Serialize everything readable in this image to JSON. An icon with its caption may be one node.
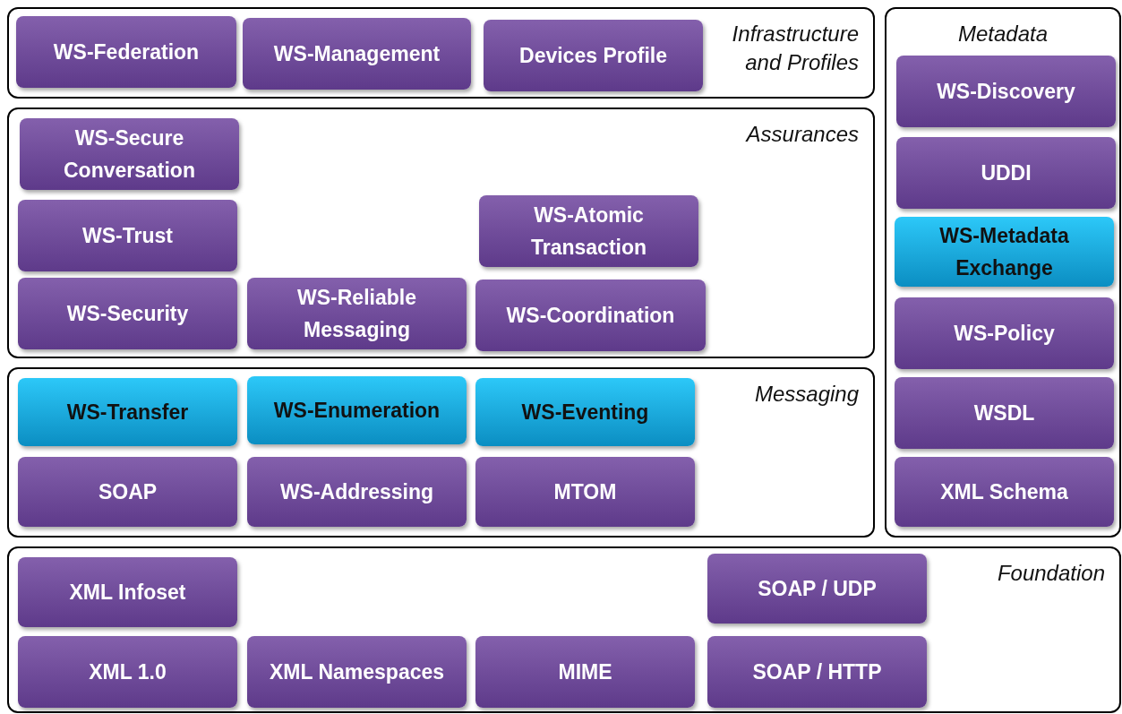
{
  "diagram": {
    "nodes": [
      {
        "text": [
          "Infrastructure and Profiles"
        ]
      },
      {
        "text": [
          "WS-Federation"
        ],
        "in": 0
      },
      {
        "text": [
          "WS-Management"
        ],
        "in": 0
      },
      {
        "text": [
          "Devices Profile"
        ],
        "in": 0
      },
      {
        "text": [
          "Metadata"
        ]
      },
      {
        "text": [
          "WS-Discovery"
        ],
        "in": 4
      },
      {
        "text": [
          "UDDI"
        ],
        "in": 4
      },
      {
        "text": [
          "WS-Metadata Exchange"
        ],
        "in": 4
      },
      {
        "text": [
          "WS-Policy"
        ],
        "in": 4
      },
      {
        "text": [
          "WSDL"
        ],
        "in": 4
      },
      {
        "text": [
          "XML Schema"
        ],
        "in": 4
      },
      {
        "text": [
          "Assurances"
        ]
      },
      {
        "text": [
          "WS-Secure Conversation"
        ],
        "in": 11
      },
      {
        "text": [
          "WS-Trust"
        ],
        "in": 11
      },
      {
        "text": [
          "WS-Atomic Transaction"
        ],
        "in": 11
      },
      {
        "text": [
          "WS-Security"
        ],
        "in": 11
      },
      {
        "text": [
          "WS-Reliable Messaging"
        ],
        "in": 11
      },
      {
        "text": [
          "WS-Coordination"
        ],
        "in": 11
      },
      {
        "text": [
          "Messaging"
        ]
      },
      {
        "text": [
          "WS-Transfer"
        ],
        "in": 18
      },
      {
        "text": [
          "WS-Enumeration"
        ],
        "in": 18
      },
      {
        "text": [
          "WS-Eventing"
        ],
        "in": 18
      },
      {
        "text": [
          "SOAP"
        ],
        "in": 18
      },
      {
        "text": [
          "WS-Addressing"
        ],
        "in": 18
      },
      {
        "text": [
          "MTOM"
        ],
        "in": 18
      },
      {
        "text": [
          "Foundation"
        ]
      },
      {
        "text": [
          "XML Infoset"
        ],
        "in": 25
      },
      {
        "text": [
          "SOAP / UDP"
        ],
        "in": 25
      },
      {
        "text": [
          "XML 1.0"
        ],
        "in": 25
      },
      {
        "text": [
          "XML Namespaces"
        ],
        "in": 25
      },
      {
        "text": [
          "MIME"
        ],
        "in": 25
      },
      {
        "text": [
          "SOAP / HTTP"
        ],
        "in": 25
      }
    ]
  }
}
